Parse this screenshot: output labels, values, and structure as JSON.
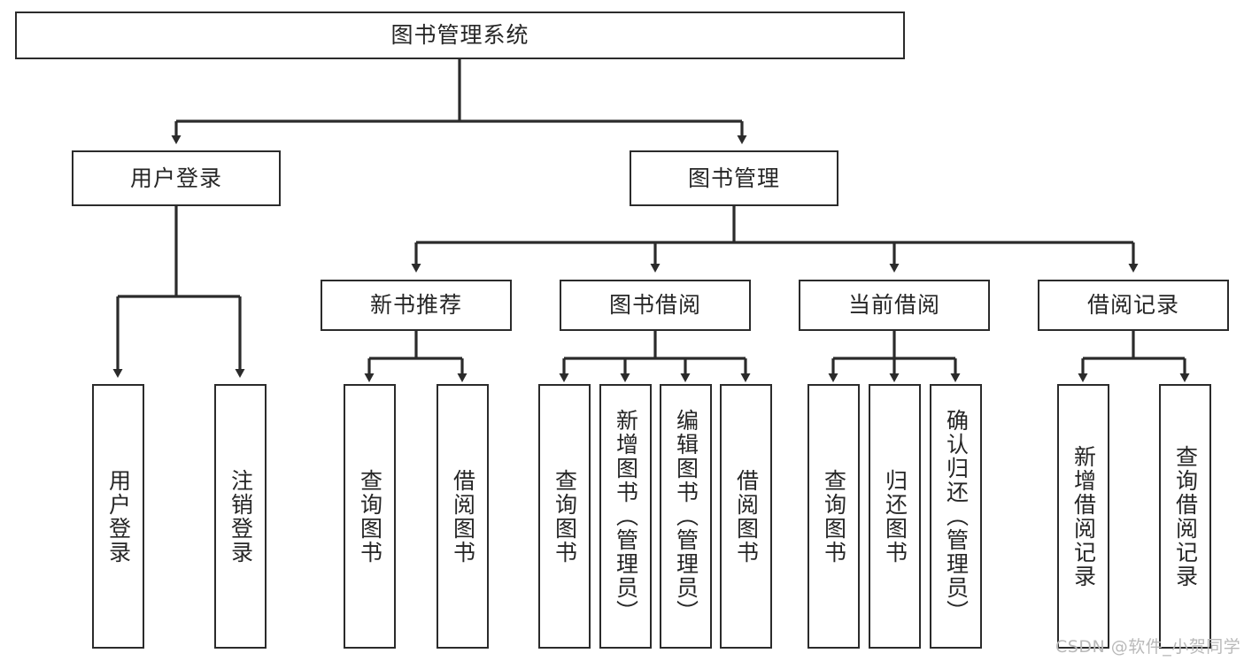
{
  "diagram": {
    "title": "图书管理系统",
    "type": "tree-hierarchy",
    "root": {
      "label": "图书管理系统"
    },
    "level2": [
      {
        "label": "用户登录"
      },
      {
        "label": "图书管理"
      }
    ],
    "level3": [
      {
        "label": "新书推荐"
      },
      {
        "label": "图书借阅"
      },
      {
        "label": "当前借阅"
      },
      {
        "label": "借阅记录"
      }
    ],
    "leaves": {
      "user_login": [
        {
          "label": "用户登录"
        },
        {
          "label": "注销登录"
        }
      ],
      "new_book_recommend": [
        {
          "label": "查询图书"
        },
        {
          "label": "借阅图书"
        }
      ],
      "book_borrow": [
        {
          "label": "查询图书"
        },
        {
          "label": "新增图书（管理员）"
        },
        {
          "label": "编辑图书（管理员）"
        },
        {
          "label": "借阅图书"
        }
      ],
      "current_borrow": [
        {
          "label": "查询图书"
        },
        {
          "label": "归还图书"
        },
        {
          "label": "确认归还（管理员）"
        }
      ],
      "borrow_record": [
        {
          "label": "新增借阅记录"
        },
        {
          "label": "查询借阅记录"
        }
      ]
    }
  },
  "watermark": {
    "text": "CSDN @软件_小贺同学"
  },
  "colors": {
    "stroke": "#2b2b2b",
    "background": "#ffffff",
    "text": "#262626",
    "watermark": "#b9b9b9"
  }
}
